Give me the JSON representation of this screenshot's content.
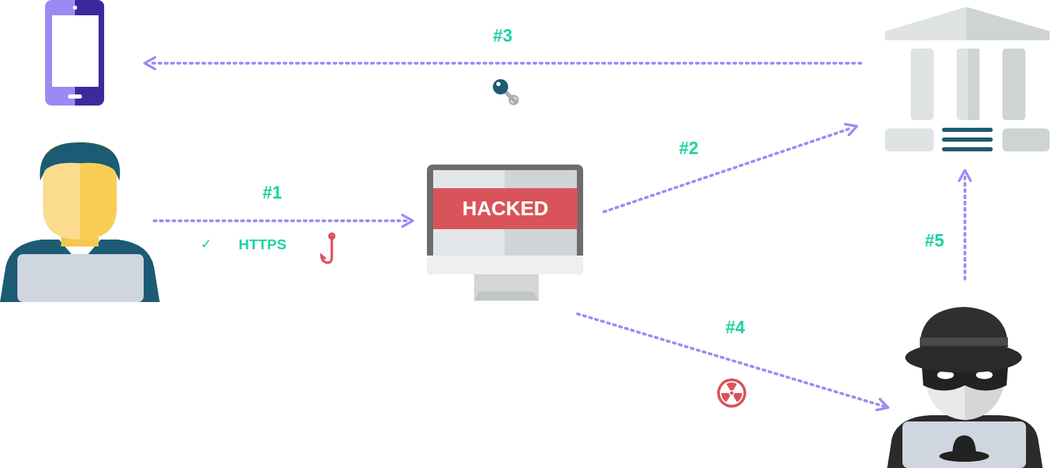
{
  "diagram": {
    "nodes": [
      {
        "text": [
          "HACKED"
        ]
      }
    ],
    "labels": [
      "#3",
      "#2",
      "#1",
      "✓",
      "HTTPS",
      "#5",
      "#4"
    ]
  }
}
